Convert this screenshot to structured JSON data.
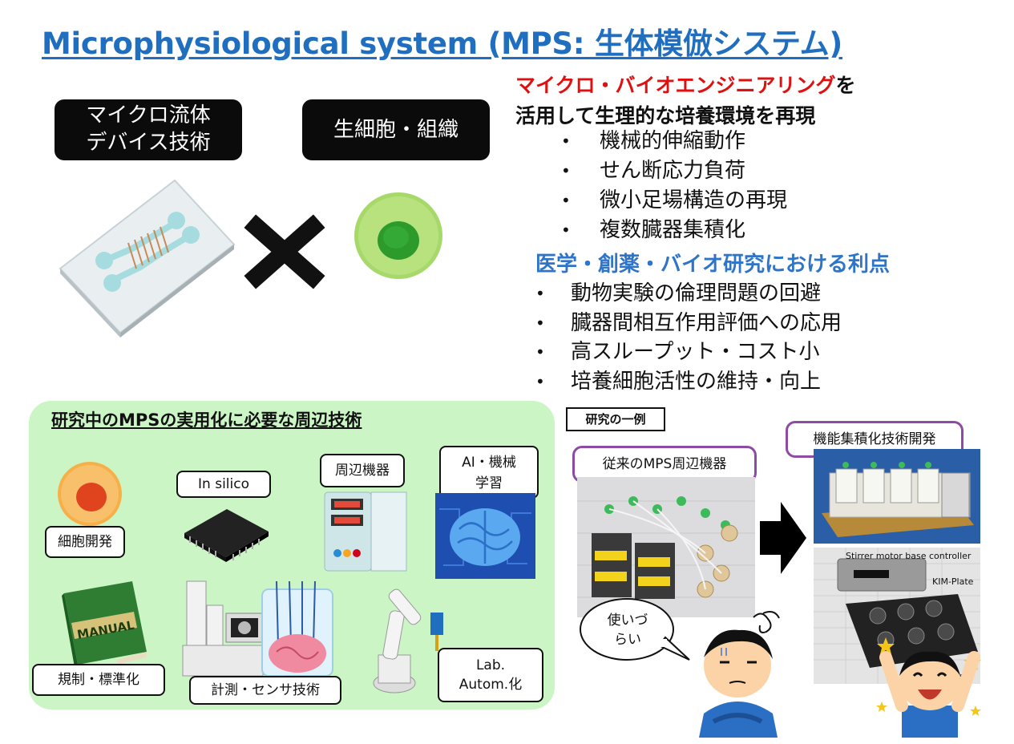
{
  "title": "Microphysiological system (MPS: 生体模倣システム)",
  "top_boxes": {
    "microfluidic": [
      "マイクロ流体",
      "デバイス技術"
    ],
    "cells": "生細胞・組織"
  },
  "headline": {
    "red_part": "マイクロ・バイオエンジニアリング",
    "line1_rest": "を",
    "line2": "活用して生理的な培養環境を再現"
  },
  "features": [
    "機械的伸縮動作",
    "せん断応力負荷",
    "微小足場構造の再現",
    "複数臓器集積化"
  ],
  "benefits": {
    "title": "医学・創薬・バイオ研究における利点",
    "items": [
      "動物実験の倫理問題の回避",
      "臓器間相互作用評価への応用",
      "高スループット・コスト小",
      "培養細胞活性の維持・向上"
    ]
  },
  "peripheral": {
    "title": "研究中のMPSの実用化に必要な周辺技術",
    "labels": {
      "cell_dev": "細胞開発",
      "in_silico": "In silico",
      "equipment": "周辺機器",
      "ai": [
        "AI・機械",
        "学習"
      ],
      "regulation": "規制・標準化",
      "sensing": "計測・センサ技術",
      "lab_autom": [
        "Lab.",
        "Autom.化"
      ],
      "manual_text": "MANUAL"
    }
  },
  "example": {
    "tag": "研究の一例",
    "conventional": "従来のMPS周辺機器",
    "integration": "機能集積化技術開発",
    "speech": [
      "使いづ",
      "らい"
    ],
    "photo_labels": {
      "stirrer": "Stirrer motor base controller",
      "kim_plate": "KIM-Plate",
      "base": "se"
    }
  },
  "colors": {
    "title_blue": "#1f6ec0",
    "accent_red": "#e01010",
    "benefit_blue": "#2e74c8",
    "panel_green": "#ccf5c6",
    "label_purple": "#8e4ba3"
  }
}
